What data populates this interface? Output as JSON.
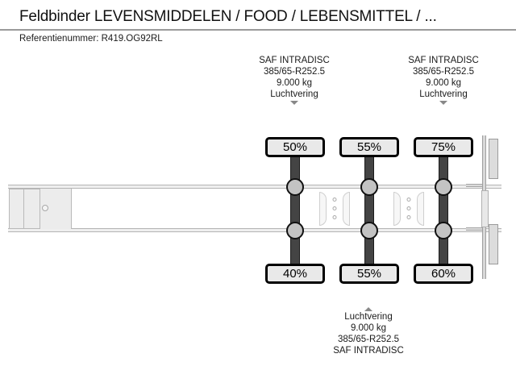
{
  "header": {
    "title": "Feldbinder LEVENSMIDDELEN / FOOD / LEBENSMITTEL / ...",
    "reference_label": "Referentienummer: R419.OG92RL"
  },
  "diagram": {
    "type": "semi-trailer-axle-and-tyre-diagram",
    "axle_specs_top": [
      {
        "brand": "SAF INTRADISC",
        "tyre_size": "385/65-R252.5",
        "capacity": "9.000 kg",
        "suspension": "Luchtvering",
        "marker": "caret-down"
      },
      {
        "brand": "SAF INTRADISC",
        "tyre_size": "385/65-R252.5",
        "capacity": "9.000 kg",
        "suspension": "Luchtvering",
        "marker": "caret-down"
      }
    ],
    "axle_spec_bottom": {
      "marker": "caret-up",
      "suspension": "Luchtvering",
      "capacity": "9.000 kg",
      "tyre_size": "385/65-R252.5",
      "brand": "SAF INTRADISC"
    },
    "tyre_wear": {
      "unit": "%",
      "top_row": [
        "50%",
        "55%",
        "75%"
      ],
      "bottom_row": [
        "40%",
        "55%",
        "60%"
      ]
    },
    "axle_count": 3,
    "colors": {
      "axle_fill": "#444444",
      "hub_fill": "#c3c3c3",
      "chassis_fill": "#efefef",
      "box_fill": "#e9e9e9",
      "box_border": "#000000",
      "rule": "#9a9a9a"
    }
  }
}
